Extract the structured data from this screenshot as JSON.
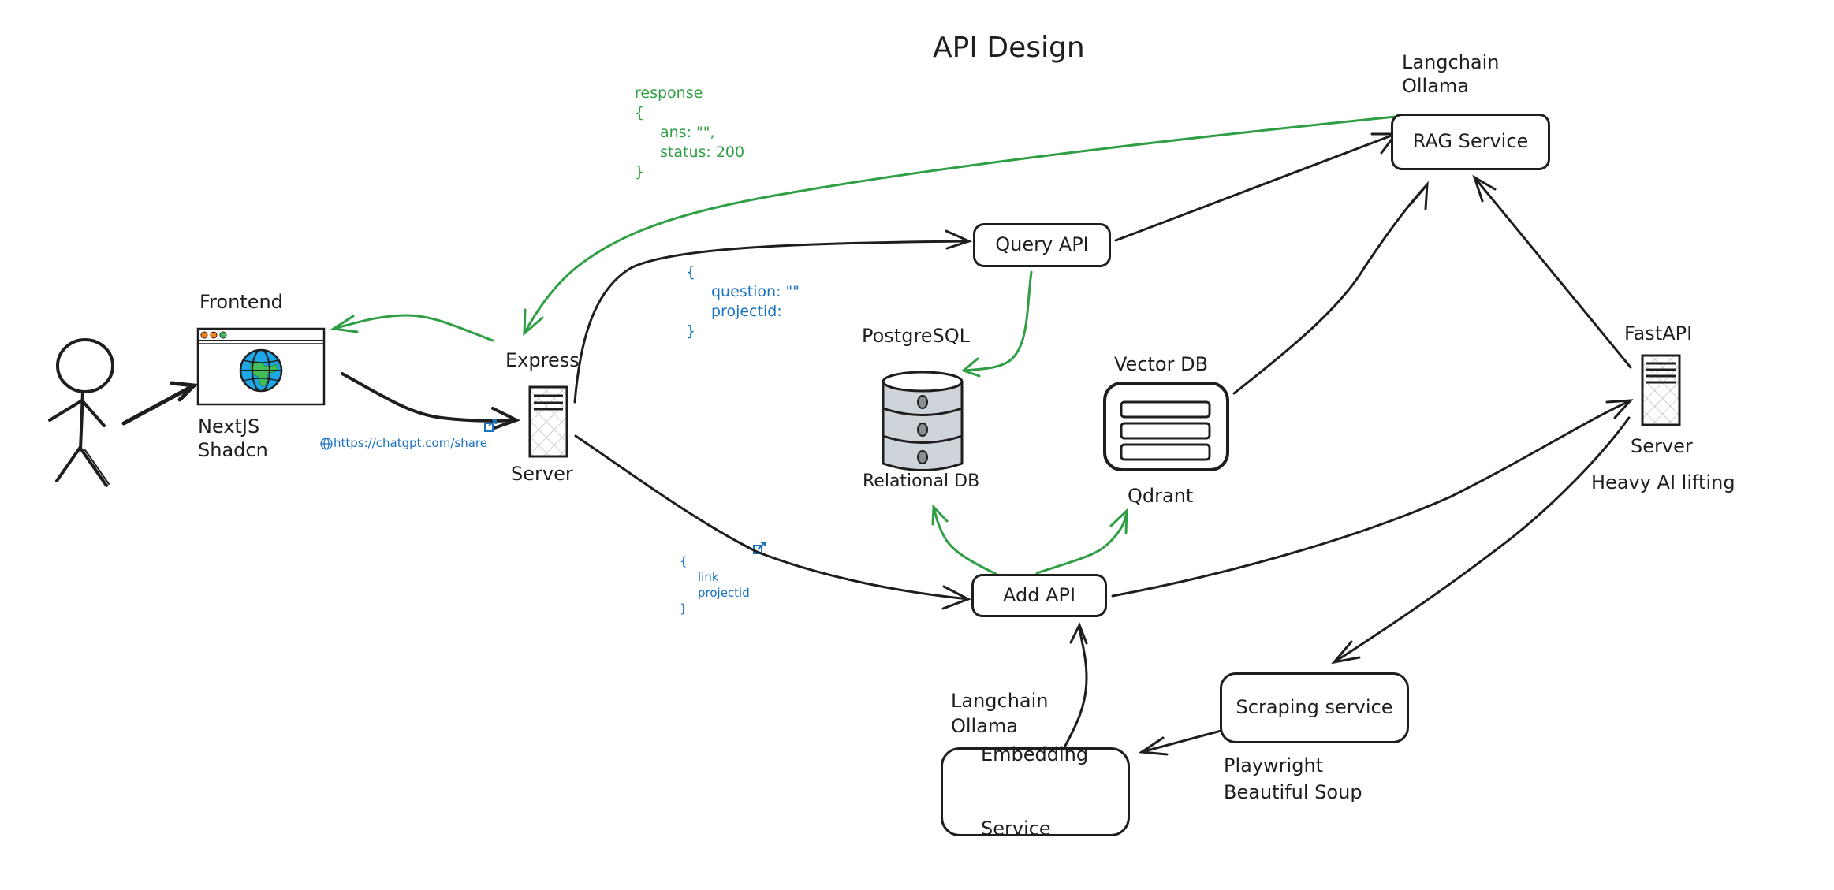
{
  "title": "API Design",
  "colors": {
    "stroke": "#1e1e1e",
    "response_green": "#2f9e44",
    "request_blue": "#1971c2",
    "db_fill": "#ced4da",
    "db_knob": "#868e96",
    "globe_blue": "#1ea7e8",
    "globe_green": "#40c057",
    "dot_orange": "#fd7e14",
    "dot_green": "#40c057"
  },
  "actors": {
    "user": {
      "icon": "stick-figure-icon"
    }
  },
  "frontend": {
    "label": "Frontend",
    "icon": "browser-window-icon",
    "stack_line1": "NextJS",
    "stack_line2": "Shadcn",
    "link_text": "https://chatgpt.com/share"
  },
  "express": {
    "label": "Express",
    "server_label": "Server",
    "icon": "server-icon"
  },
  "response_note": {
    "line1": "response",
    "line2": "{",
    "line3": "ans: \"\",",
    "line4": "status: 200",
    "line5": "}"
  },
  "query_request_note": {
    "line1": "{",
    "line2": "question: \"\"",
    "line3": "projectid:",
    "line4": "}"
  },
  "add_request_note": {
    "line1": "{",
    "line2": "link",
    "line3": "projectid",
    "line4": "}"
  },
  "nodes": {
    "query_api": "Query API",
    "add_api": "Add API",
    "rag_service": "RAG Service",
    "scraping_service": "Scraping service",
    "embedding_service_line1": "Embedding",
    "embedding_service_line2": "Service"
  },
  "rag_stack": {
    "line1": "Langchain",
    "line2": "Ollama"
  },
  "embedding_stack": {
    "line1": "Langchain",
    "line2": "Ollama"
  },
  "scraping_stack": {
    "line1": "Playwright",
    "line2": "Beautiful Soup"
  },
  "relational_db": {
    "top_label": "PostgreSQL",
    "bottom_label": "Relational DB",
    "icon": "database-cylinder-icon"
  },
  "vector_db": {
    "top_label": "Vector DB",
    "bottom_label": "Qdrant",
    "icon": "vector-store-icon"
  },
  "fastapi": {
    "label": "FastAPI",
    "server_label": "Server",
    "note": "Heavy AI lifting",
    "icon": "server-icon"
  }
}
